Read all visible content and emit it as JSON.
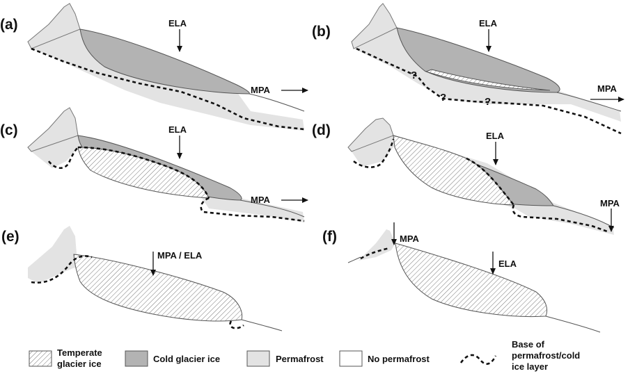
{
  "panels": {
    "a": {
      "label": "(a)",
      "ela": "ELA",
      "mpa": "MPA"
    },
    "b": {
      "label": "(b)",
      "ela": "ELA",
      "mpa": "MPA",
      "q1": "?",
      "q2": "?",
      "q3": "?"
    },
    "c": {
      "label": "(c)",
      "ela": "ELA",
      "mpa": "MPA"
    },
    "d": {
      "label": "(d)",
      "ela": "ELA",
      "mpa": "MPA"
    },
    "e": {
      "label": "(e)",
      "mpa_ela": "MPA / ELA"
    },
    "f": {
      "label": "(f)",
      "mpa": "MPA",
      "ela": "ELA"
    }
  },
  "legend": {
    "temperate_line1": "Temperate",
    "temperate_line2": "glacier ice",
    "cold": "Cold glacier ice",
    "permafrost": "Permafrost",
    "no_permafrost": "No permafrost",
    "base_line1": "Base of",
    "base_line2": "permafrost/cold",
    "base_line3": "ice layer"
  },
  "colors": {
    "cold_ice": "#b3b3b3",
    "permafrost": "#e3e3e3",
    "hatch": "#777777",
    "outline": "#555555"
  }
}
